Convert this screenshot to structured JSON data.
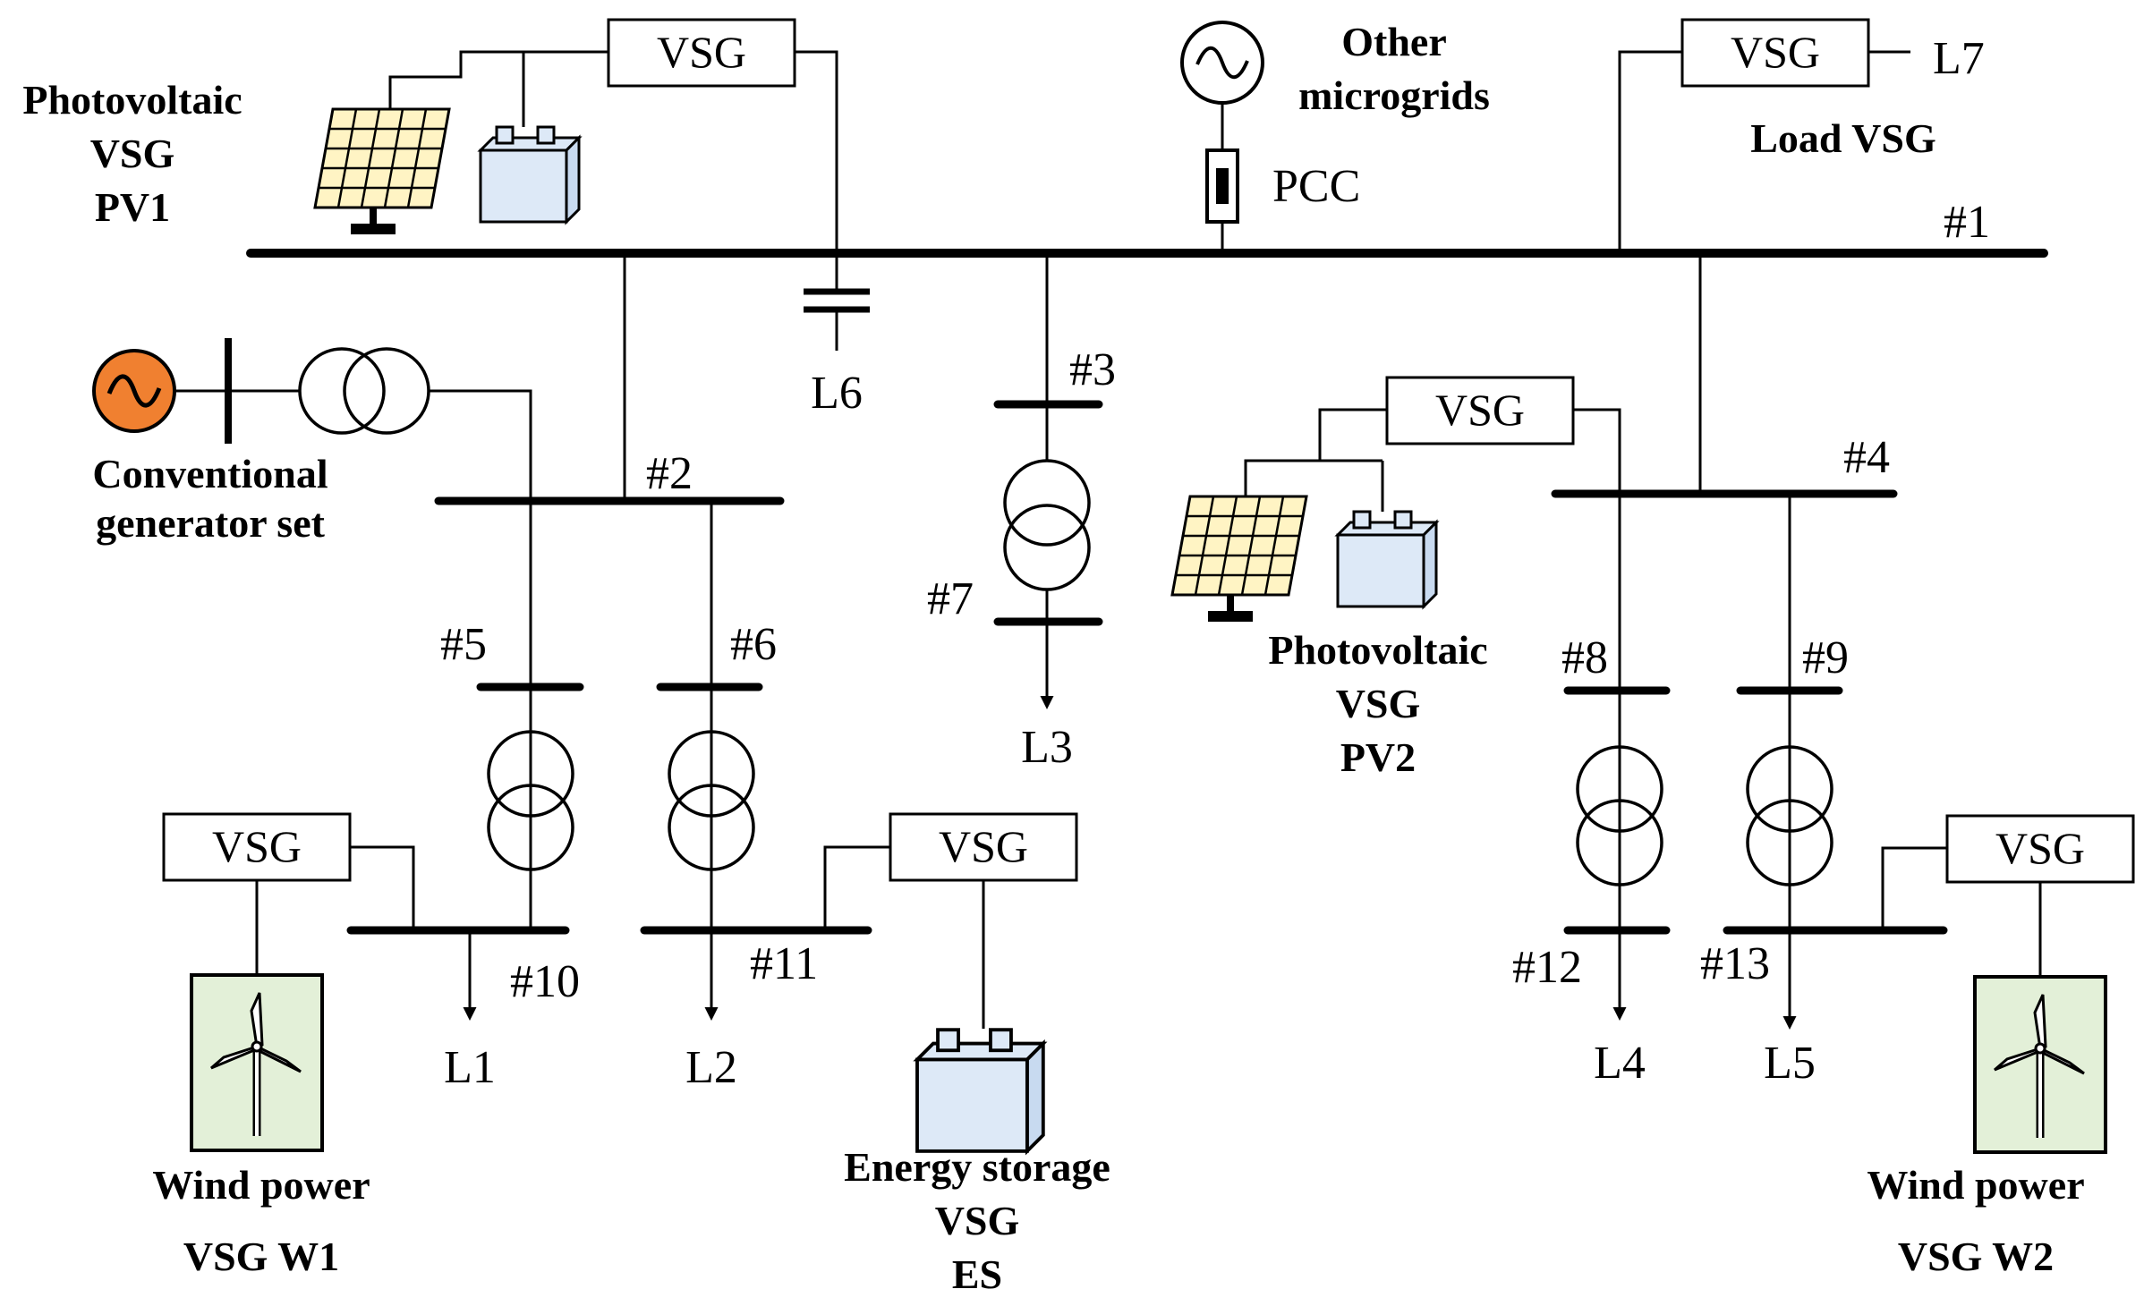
{
  "vsg_label": "VSG",
  "buses": {
    "b1": "#1",
    "b2": "#2",
    "b3": "#3",
    "b4": "#4",
    "b5": "#5",
    "b6": "#6",
    "b7": "#7",
    "b8": "#8",
    "b9": "#9",
    "b10": "#10",
    "b11": "#11",
    "b12": "#12",
    "b13": "#13"
  },
  "loads": {
    "l1": "L1",
    "l2": "L2",
    "l3": "L3",
    "l4": "L4",
    "l5": "L5",
    "l6": "L6",
    "l7": "L7"
  },
  "pcc": "PCC",
  "pv1": {
    "line1": "Photovoltaic",
    "line2": "VSG",
    "line3": "PV1"
  },
  "pv2": {
    "line1": "Photovoltaic",
    "line2": "VSG",
    "line3": "PV2"
  },
  "other": {
    "line1": "Other",
    "line2": "microgrids"
  },
  "load_vsg": "Load VSG",
  "conv": {
    "line1": "Conventional",
    "line2": "generator set"
  },
  "w1": {
    "line1": "Wind power",
    "line2": "VSG W1"
  },
  "w2": {
    "line1": "Wind power",
    "line2": "VSG W2"
  },
  "es": {
    "line1": "Energy storage",
    "line2": "VSG",
    "line3": "ES"
  },
  "colors": {
    "generator": "#f08030",
    "panel": "#fff4c4",
    "battery": "#dde9f7",
    "turbine_bg": "#e3f0d8"
  }
}
